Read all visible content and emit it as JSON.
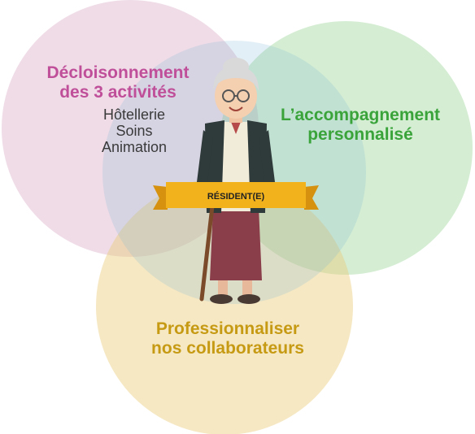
{
  "diagram": {
    "circles": [
      {
        "id": "left",
        "title_lines": [
          "Décloisonnement",
          "des 3 activités"
        ],
        "items": [
          "Hôtellerie",
          "Soins",
          "Animation"
        ],
        "color": "#c98ab0",
        "title_color": "#c04f9a"
      },
      {
        "id": "right",
        "title_lines": [
          "L’accompagnement",
          "personnalisé"
        ],
        "color": "#8fcf8c",
        "title_color": "#3aa43a"
      },
      {
        "id": "bottom",
        "title_lines": [
          "Professionnaliser",
          "nos collaborateurs"
        ],
        "color": "#e8cd7a",
        "title_color": "#c79a14"
      },
      {
        "id": "center",
        "color": "#7fb8d8"
      }
    ],
    "center_banner": "RÉSIDENT(E)",
    "banner_color": "#f2b21c"
  }
}
